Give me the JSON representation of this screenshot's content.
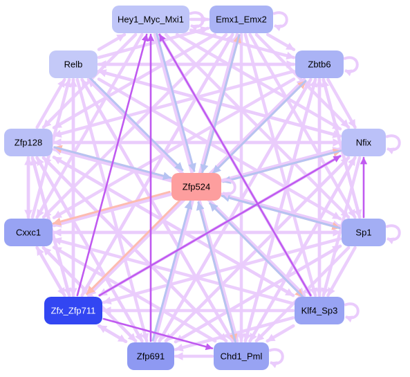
{
  "diagram": {
    "type": "directed-network",
    "center_node": "zfp524",
    "nodes": [
      {
        "id": "hey1",
        "label": "Hey1_Myc_Mxi1",
        "fill": "#bfc5f8",
        "text_color": "#000000"
      },
      {
        "id": "emx1",
        "label": "Emx1_Emx2",
        "fill": "#aab3f5",
        "text_color": "#000000"
      },
      {
        "id": "relb",
        "label": "Relb",
        "fill": "#c4c9f8",
        "text_color": "#000000"
      },
      {
        "id": "zbtb6",
        "label": "Zbtb6",
        "fill": "#aab3f5",
        "text_color": "#000000"
      },
      {
        "id": "zfp128",
        "label": "Zfp128",
        "fill": "#b9bff7",
        "text_color": "#000000"
      },
      {
        "id": "nfix",
        "label": "Nfix",
        "fill": "#bbc1f8",
        "text_color": "#000000"
      },
      {
        "id": "zfp524",
        "label": "Zfp524",
        "fill": "#fd9e9e",
        "text_color": "#000000"
      },
      {
        "id": "cxxc1",
        "label": "Cxxc1",
        "fill": "#98a3f3",
        "text_color": "#000000"
      },
      {
        "id": "sp1",
        "label": "Sp1",
        "fill": "#a3aef4",
        "text_color": "#000000"
      },
      {
        "id": "zfx",
        "label": "Zfx_Zfp711",
        "fill": "#3246f2",
        "text_color": "#ffffff"
      },
      {
        "id": "klf4",
        "label": "Klf4_Sp3",
        "fill": "#98a3f3",
        "text_color": "#000000"
      },
      {
        "id": "zfp691",
        "label": "Zfp691",
        "fill": "#8e99f2",
        "text_color": "#000000"
      },
      {
        "id": "chd1",
        "label": "Chd1_Pml",
        "fill": "#98a3f3",
        "text_color": "#000000"
      }
    ],
    "edge_colors": {
      "light": "#eacbfc",
      "strong": "#c05af0",
      "salmon": "#fdbcb0",
      "blue": "#b6c3f2"
    },
    "edges": [
      {
        "from": "zfx",
        "to": "nfix",
        "style": "strong"
      },
      {
        "from": "sp1",
        "to": "nfix",
        "style": "strong"
      },
      {
        "from": "zfx",
        "to": "hey1",
        "style": "strong"
      },
      {
        "from": "zfp691",
        "to": "hey1",
        "style": "strong"
      },
      {
        "from": "klf4",
        "to": "hey1",
        "style": "strong"
      },
      {
        "from": "zfx",
        "to": "chd1",
        "style": "strong"
      },
      {
        "from": "hey1",
        "to": "emx1",
        "style": "light"
      },
      {
        "from": "hey1",
        "to": "zbtb6",
        "style": "light"
      },
      {
        "from": "hey1",
        "to": "nfix",
        "style": "light"
      },
      {
        "from": "hey1",
        "to": "sp1",
        "style": "light"
      },
      {
        "from": "hey1",
        "to": "klf4",
        "style": "light"
      },
      {
        "from": "hey1",
        "to": "chd1",
        "style": "light"
      },
      {
        "from": "hey1",
        "to": "cxxc1",
        "style": "light"
      },
      {
        "from": "hey1",
        "to": "zfp128",
        "style": "light"
      },
      {
        "from": "relb",
        "to": "hey1",
        "style": "light"
      },
      {
        "from": "relb",
        "to": "emx1",
        "style": "light"
      },
      {
        "from": "relb",
        "to": "zbtb6",
        "style": "light"
      },
      {
        "from": "relb",
        "to": "nfix",
        "style": "light"
      },
      {
        "from": "relb",
        "to": "sp1",
        "style": "light"
      },
      {
        "from": "relb",
        "to": "klf4",
        "style": "light"
      },
      {
        "from": "relb",
        "to": "chd1",
        "style": "light"
      },
      {
        "from": "relb",
        "to": "zfp691",
        "style": "light"
      },
      {
        "from": "relb",
        "to": "zfx",
        "style": "light"
      },
      {
        "from": "emx1",
        "to": "zbtb6",
        "style": "light"
      },
      {
        "from": "emx1",
        "to": "nfix",
        "style": "light"
      },
      {
        "from": "emx1",
        "to": "sp1",
        "style": "light"
      },
      {
        "from": "emx1",
        "to": "klf4",
        "style": "light"
      },
      {
        "from": "emx1",
        "to": "chd1",
        "style": "light"
      },
      {
        "from": "emx1",
        "to": "zfp691",
        "style": "light"
      },
      {
        "from": "emx1",
        "to": "zfx",
        "style": "light"
      },
      {
        "from": "emx1",
        "to": "cxxc1",
        "style": "light"
      },
      {
        "from": "emx1",
        "to": "zfp128",
        "style": "light"
      },
      {
        "from": "zbtb6",
        "to": "nfix",
        "style": "light"
      },
      {
        "from": "zbtb6",
        "to": "sp1",
        "style": "light"
      },
      {
        "from": "zbtb6",
        "to": "klf4",
        "style": "light"
      },
      {
        "from": "zbtb6",
        "to": "chd1",
        "style": "light"
      },
      {
        "from": "zbtb6",
        "to": "zfp691",
        "style": "light"
      },
      {
        "from": "zbtb6",
        "to": "zfx",
        "style": "light"
      },
      {
        "from": "zbtb6",
        "to": "cxxc1",
        "style": "light"
      },
      {
        "from": "zbtb6",
        "to": "zfp128",
        "style": "light"
      },
      {
        "from": "zbtb6",
        "to": "relb",
        "style": "light"
      },
      {
        "from": "nfix",
        "to": "zfp128",
        "style": "light"
      },
      {
        "from": "nfix",
        "to": "cxxc1",
        "style": "light"
      },
      {
        "from": "nfix",
        "to": "zfx",
        "style": "light"
      },
      {
        "from": "nfix",
        "to": "zfp691",
        "style": "light"
      },
      {
        "from": "nfix",
        "to": "chd1",
        "style": "light"
      },
      {
        "from": "nfix",
        "to": "klf4",
        "style": "light"
      },
      {
        "from": "nfix",
        "to": "relb",
        "style": "light"
      },
      {
        "from": "sp1",
        "to": "zfp128",
        "style": "light"
      },
      {
        "from": "sp1",
        "to": "cxxc1",
        "style": "light"
      },
      {
        "from": "sp1",
        "to": "zfx",
        "style": "light"
      },
      {
        "from": "sp1",
        "to": "zfp691",
        "style": "light"
      },
      {
        "from": "sp1",
        "to": "chd1",
        "style": "light"
      },
      {
        "from": "sp1",
        "to": "klf4",
        "style": "light"
      },
      {
        "from": "sp1",
        "to": "zbtb6",
        "style": "light"
      },
      {
        "from": "klf4",
        "to": "zfp128",
        "style": "light"
      },
      {
        "from": "klf4",
        "to": "cxxc1",
        "style": "light"
      },
      {
        "from": "klf4",
        "to": "zfx",
        "style": "light"
      },
      {
        "from": "klf4",
        "to": "zfp691",
        "style": "light"
      },
      {
        "from": "klf4",
        "to": "chd1",
        "style": "light"
      },
      {
        "from": "klf4",
        "to": "relb",
        "style": "light"
      },
      {
        "from": "klf4",
        "to": "zbtb6",
        "style": "light"
      },
      {
        "from": "chd1",
        "to": "zfp128",
        "style": "light"
      },
      {
        "from": "chd1",
        "to": "cxxc1",
        "style": "light"
      },
      {
        "from": "chd1",
        "to": "zfp691",
        "style": "light"
      },
      {
        "from": "chd1",
        "to": "relb",
        "style": "light"
      },
      {
        "from": "chd1",
        "to": "zbtb6",
        "style": "light"
      },
      {
        "from": "chd1",
        "to": "nfix",
        "style": "light"
      },
      {
        "from": "zfp691",
        "to": "zfp128",
        "style": "light"
      },
      {
        "from": "zfp691",
        "to": "cxxc1",
        "style": "light"
      },
      {
        "from": "zfp691",
        "to": "zfx",
        "style": "light"
      },
      {
        "from": "zfp691",
        "to": "zbtb6",
        "style": "light"
      },
      {
        "from": "zfp691",
        "to": "nfix",
        "style": "light"
      },
      {
        "from": "zfp691",
        "to": "sp1",
        "style": "light"
      },
      {
        "from": "zfp691",
        "to": "emx1",
        "style": "light"
      },
      {
        "from": "zfx",
        "to": "zfp128",
        "style": "light"
      },
      {
        "from": "zfx",
        "to": "cxxc1",
        "style": "light"
      },
      {
        "from": "zfx",
        "to": "zfp691",
        "style": "light"
      },
      {
        "from": "zfx",
        "to": "zbtb6",
        "style": "light"
      },
      {
        "from": "zfx",
        "to": "emx1",
        "style": "light"
      },
      {
        "from": "zfx",
        "to": "relb",
        "style": "light"
      },
      {
        "from": "cxxc1",
        "to": "zfp128",
        "style": "light"
      },
      {
        "from": "cxxc1",
        "to": "zfx",
        "style": "light"
      },
      {
        "from": "cxxc1",
        "to": "zfp691",
        "style": "light"
      },
      {
        "from": "cxxc1",
        "to": "nfix",
        "style": "light"
      },
      {
        "from": "cxxc1",
        "to": "sp1",
        "style": "light"
      },
      {
        "from": "cxxc1",
        "to": "relb",
        "style": "light"
      },
      {
        "from": "zfp128",
        "to": "cxxc1",
        "style": "light"
      },
      {
        "from": "zfp128",
        "to": "relb",
        "style": "light"
      },
      {
        "from": "zfp128",
        "to": "nfix",
        "style": "light"
      },
      {
        "from": "zfp128",
        "to": "sp1",
        "style": "light"
      },
      {
        "from": "zfp128",
        "to": "klf4",
        "style": "light"
      },
      {
        "from": "zfp128",
        "to": "chd1",
        "style": "light"
      },
      {
        "from": "zfp128",
        "to": "zfp691",
        "style": "light"
      },
      {
        "from": "zfp128",
        "to": "zfx",
        "style": "light"
      },
      {
        "from": "zfp524",
        "to": "zfp128",
        "style": "salmon"
      },
      {
        "from": "zfp524",
        "to": "cxxc1",
        "style": "salmon"
      },
      {
        "from": "zfp524",
        "to": "zfx",
        "style": "salmon"
      },
      {
        "from": "zfp524",
        "to": "chd1",
        "style": "salmon"
      },
      {
        "from": "zfp524",
        "to": "klf4",
        "style": "salmon"
      },
      {
        "from": "zfp524",
        "to": "sp1",
        "style": "salmon"
      },
      {
        "from": "zfp524",
        "to": "nfix",
        "style": "salmon"
      },
      {
        "from": "zfp524",
        "to": "emx1",
        "style": "salmon"
      },
      {
        "from": "zfp524",
        "to": "zbtb6",
        "style": "salmon"
      },
      {
        "from": "hey1",
        "to": "zfp524",
        "style": "blue"
      },
      {
        "from": "relb",
        "to": "zfp524",
        "style": "blue"
      },
      {
        "from": "zbtb6",
        "to": "zfp524",
        "style": "blue"
      },
      {
        "from": "nfix",
        "to": "zfp524",
        "style": "blue"
      },
      {
        "from": "sp1",
        "to": "zfp524",
        "style": "blue"
      },
      {
        "from": "klf4",
        "to": "zfp524",
        "style": "blue"
      },
      {
        "from": "zfp691",
        "to": "zfp524",
        "style": "blue"
      },
      {
        "from": "chd1",
        "to": "zfp524",
        "style": "blue"
      },
      {
        "from": "emx1",
        "to": "zfp524",
        "style": "blue"
      },
      {
        "from": "zfp128",
        "to": "zfp524",
        "style": "blue"
      }
    ],
    "self_loops": [
      "hey1",
      "emx1",
      "zbtb6",
      "nfix",
      "sp1",
      "klf4",
      "chd1",
      "zfp524"
    ]
  }
}
